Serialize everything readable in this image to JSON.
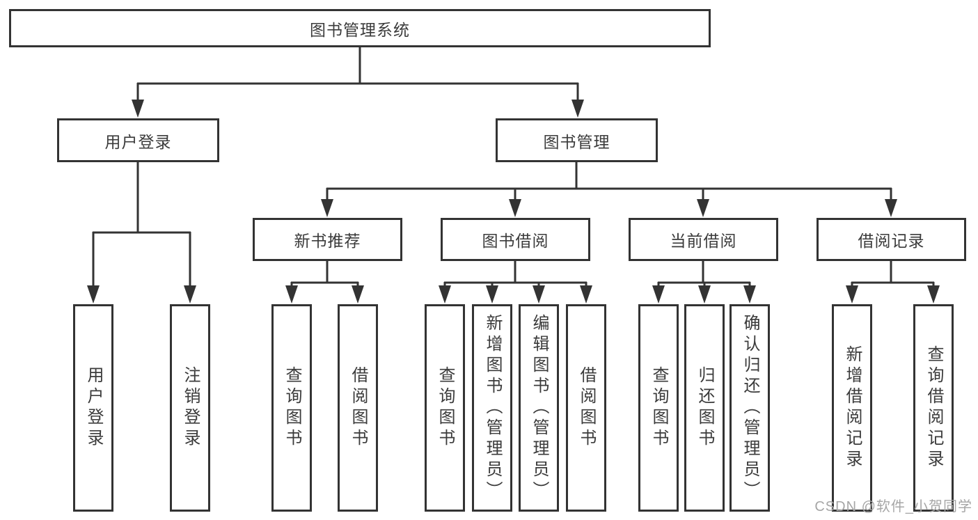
{
  "tree": {
    "label": "图书管理系统",
    "children": [
      {
        "label": "用户登录",
        "children": [
          {
            "label": "用户登录"
          },
          {
            "label": "注销登录"
          }
        ]
      },
      {
        "label": "图书管理",
        "children": [
          {
            "label": "新书推荐",
            "children": [
              {
                "label": "查询图书"
              },
              {
                "label": "借阅图书"
              }
            ]
          },
          {
            "label": "图书借阅",
            "children": [
              {
                "label": "查询图书"
              },
              {
                "label": "新增图书（管理员）"
              },
              {
                "label": "编辑图书（管理员）"
              },
              {
                "label": "借阅图书"
              }
            ]
          },
          {
            "label": "当前借阅",
            "children": [
              {
                "label": "查询图书"
              },
              {
                "label": "归还图书"
              },
              {
                "label": "确认归还（管理员）"
              }
            ]
          },
          {
            "label": "借阅记录",
            "children": [
              {
                "label": "新增借阅记录"
              },
              {
                "label": "查询借阅记录"
              }
            ]
          }
        ]
      }
    ]
  },
  "watermark": {
    "text": "CSDN @软件_小贺同学"
  },
  "colors": {
    "line": "#333333",
    "node_border": "#333333",
    "node_text": "#3b3b3b",
    "background": "#ffffff",
    "watermark_text": "#a6a6a6"
  }
}
